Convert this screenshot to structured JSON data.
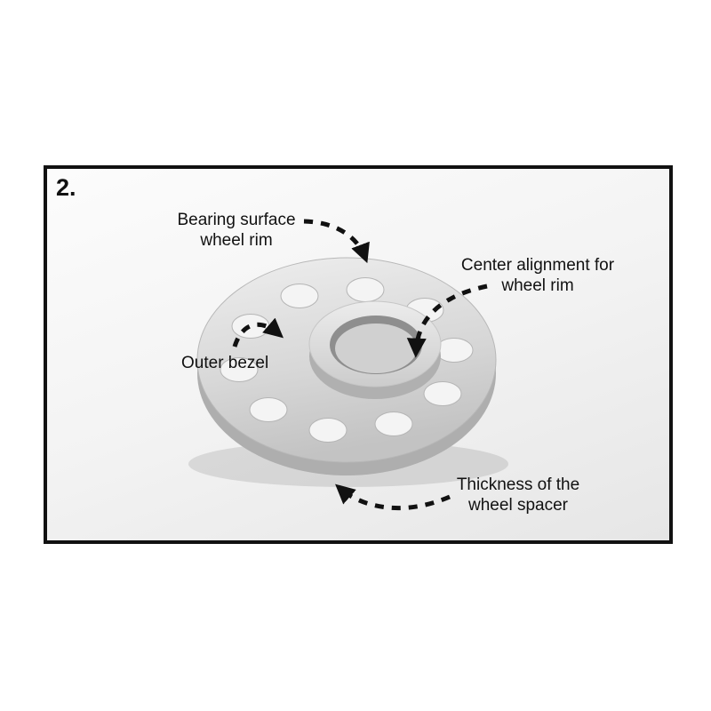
{
  "frame": {
    "step_number": "2."
  },
  "labels": {
    "bearing_surface": "Bearing surface\nwheel rim",
    "center_alignment": "Center alignment for\nwheel rim",
    "outer_bezel": "Outer bezel",
    "thickness": "Thickness of the\nwheel spacer"
  },
  "colors": {
    "frame_border": "#111111",
    "arrow": "#111111",
    "text": "#111111",
    "background": "#ffffff",
    "photo_background": "#f3f3f3",
    "spacer_top": "#d9d9d9",
    "spacer_side": "#aeaeae",
    "bore_wall": "#8e8e8e"
  }
}
